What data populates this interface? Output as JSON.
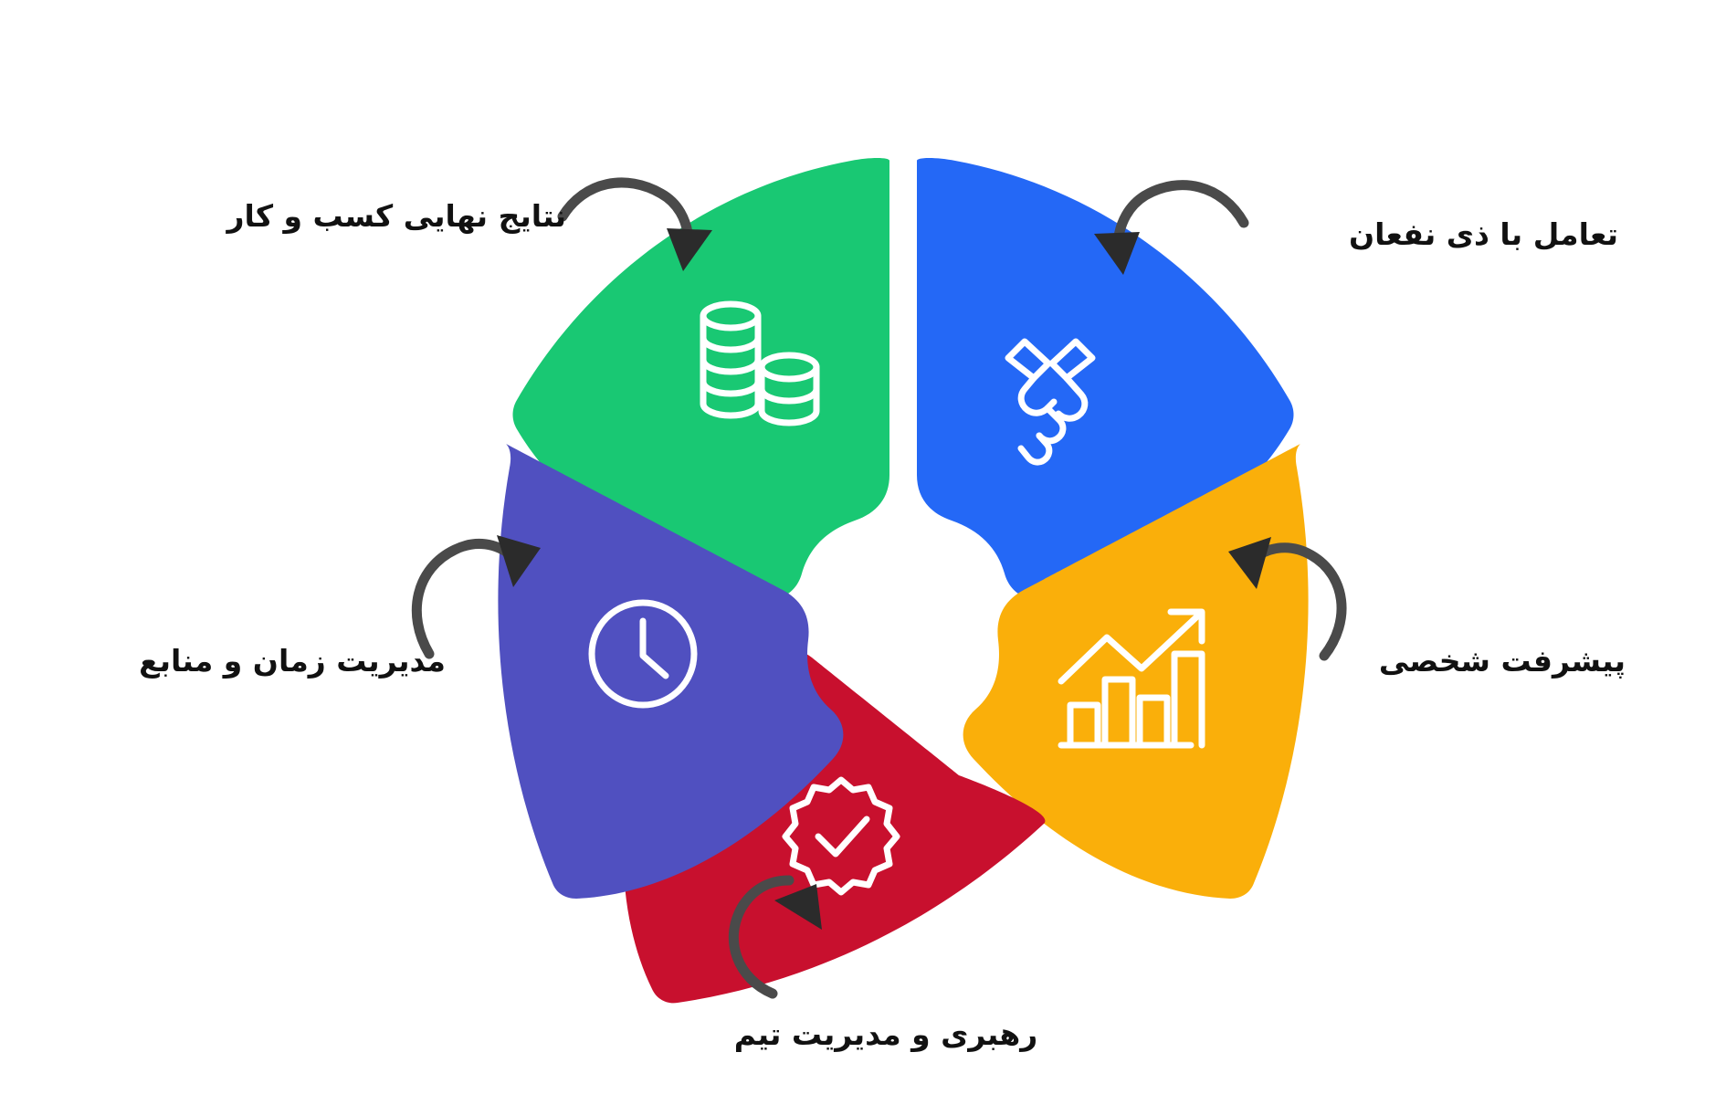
{
  "diagram": {
    "type": "circular-petal-wheel",
    "segment_count": 5,
    "background_color": "#FFFFFF",
    "center_hub_color": "#FFFFFF",
    "connector_color": "#4A4A4A",
    "segments": [
      {
        "id": "results",
        "label": "نتایج نهایی کسب و کار",
        "color": "#19C873",
        "icon": "stacked-coins-icon",
        "position": "top-left",
        "label_side": "left"
      },
      {
        "id": "stakeholders",
        "label": "تعامل با ذی نفعان",
        "color": "#2468F6",
        "icon": "handshake-icon",
        "position": "top-right",
        "label_side": "right"
      },
      {
        "id": "growth",
        "label": "پیشرفت شخصی",
        "color": "#FAAF0A",
        "icon": "growth-bar-chart-icon",
        "position": "right",
        "label_side": "right"
      },
      {
        "id": "leadership",
        "label": "رهبری و مدیریت تیم",
        "color": "#C8102E",
        "icon": "verified-badge-icon",
        "position": "bottom",
        "label_side": "bottom"
      },
      {
        "id": "time",
        "label": "مدیریت زمان و منابع",
        "color": "#5050C0",
        "icon": "clock-icon",
        "position": "left",
        "label_side": "left"
      }
    ]
  }
}
